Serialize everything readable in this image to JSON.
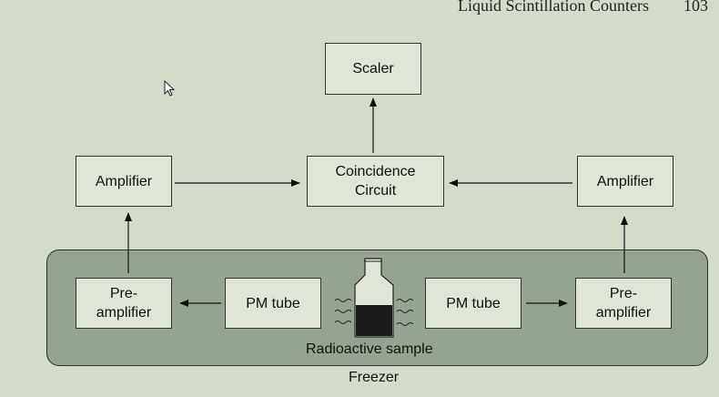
{
  "header": {
    "running_title": "Liquid Scintillation Counters",
    "page_number": "103"
  },
  "diagram": {
    "scaler": "Scaler",
    "coincidence_circuit": "Coincidence\nCircuit",
    "amplifier_left": "Amplifier",
    "amplifier_right": "Amplifier",
    "preamplifier_left": "Pre-\namplifier",
    "preamplifier_right": "Pre-\namplifier",
    "pm_tube_left": "PM tube",
    "pm_tube_right": "PM tube",
    "sample_label": "Radioactive sample",
    "freezer_label": "Freezer"
  }
}
